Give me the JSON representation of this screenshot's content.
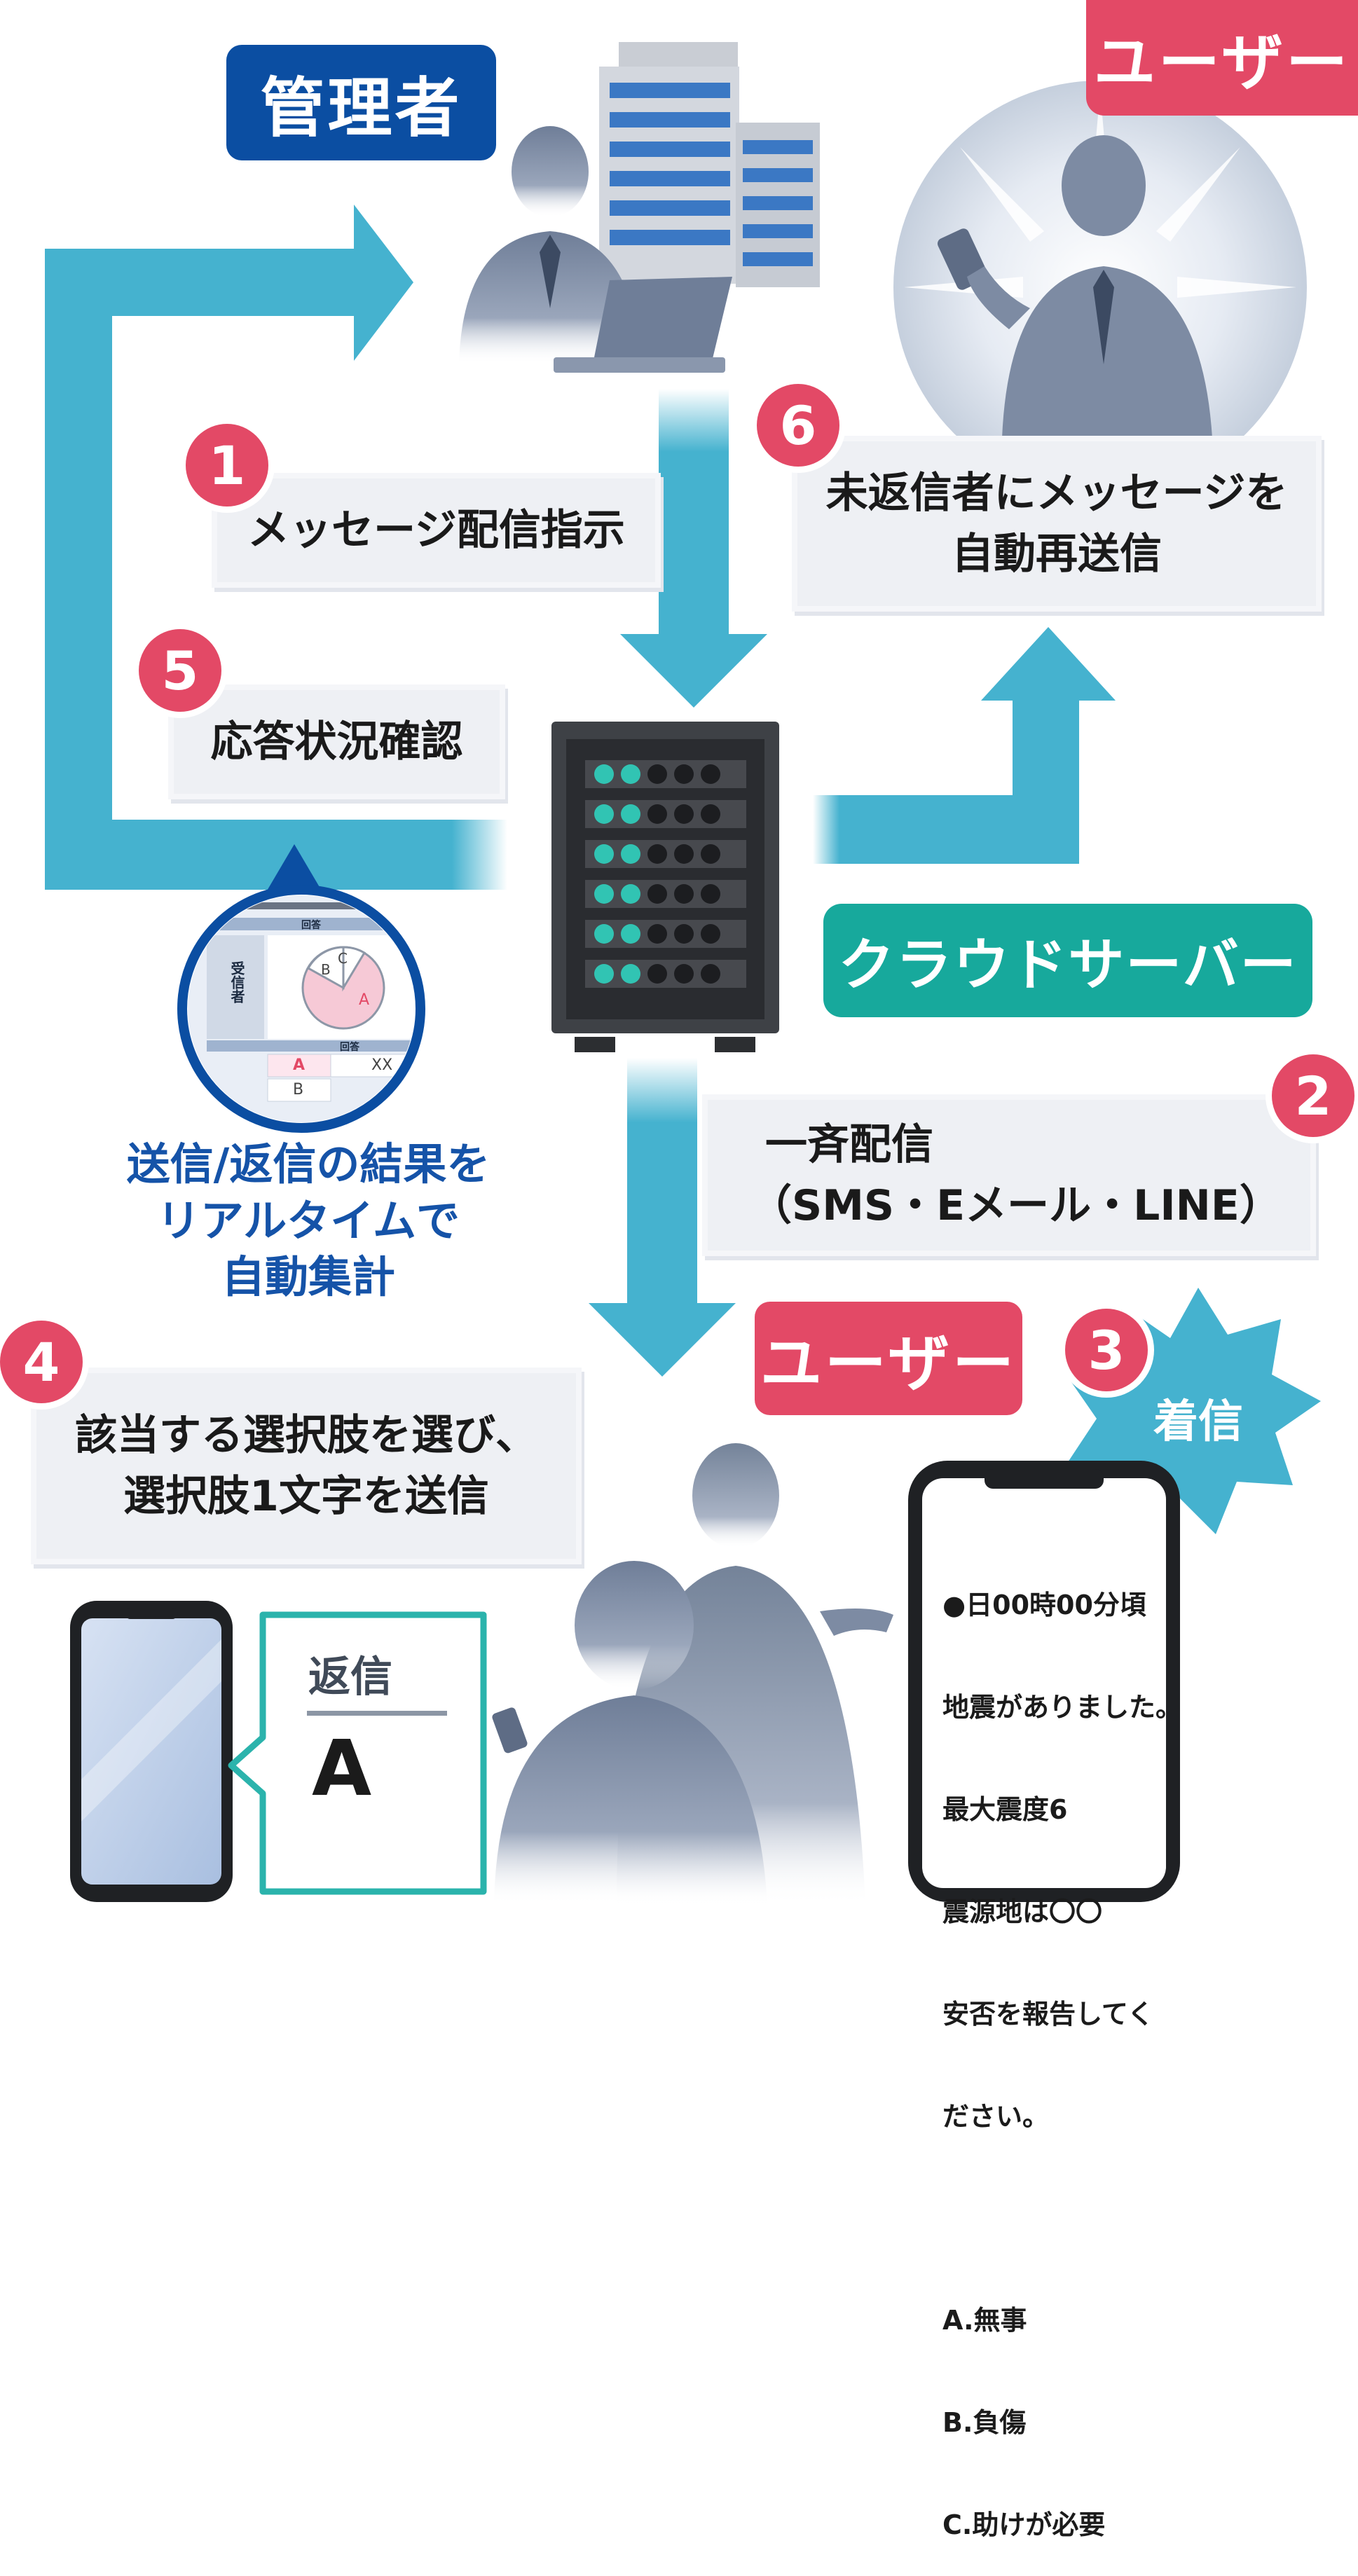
{
  "colors": {
    "arrow": "#45b2cf",
    "navy": "#0b4ea2",
    "pink": "#e34966",
    "teal": "#17a99c",
    "silhouette": "#7d8ba3",
    "server_led": "#31c4b3"
  },
  "labels": {
    "admin": "管理者",
    "user_top": "ユーザー",
    "user_bottom": "ユーザー",
    "cloud_server": "クラウドサーバー"
  },
  "steps": {
    "s1": {
      "number": "1",
      "text": "メッセージ配信指示"
    },
    "s2": {
      "number": "2",
      "line1": "一斉配信",
      "line2": "（SMS・Eメール・LINE）"
    },
    "s3": {
      "number": "3",
      "text": "着信"
    },
    "s4": {
      "number": "4",
      "line1": "該当する選択肢を選び、",
      "line2": "選択肢1文字を送信"
    },
    "s5": {
      "number": "5",
      "text": "応答状況確認"
    },
    "s6": {
      "number": "6",
      "line1": "未返信者にメッセージを",
      "line2": "自動再送信"
    }
  },
  "aggregation": {
    "caption_line1": "送信/返信の結果を",
    "caption_line2": "リアルタイムで",
    "caption_line3": "自動集計",
    "mini_header": "回答",
    "mini_side": "受信者",
    "mini_sub_header": "回答",
    "mini_row_a": "A",
    "mini_row_b": "B",
    "mini_val": "XX",
    "mini_pie": [
      "A",
      "B",
      "C"
    ]
  },
  "reply": {
    "title": "返信",
    "value": "A"
  },
  "phone_message": {
    "lines": [
      "●日00時00分頃",
      "地震がありました。",
      "最大震度6",
      "震源地は〇〇",
      "安否を報告してく",
      "ださい。",
      "",
      "A.無事",
      "B.負傷",
      "C.助けが必要"
    ]
  }
}
